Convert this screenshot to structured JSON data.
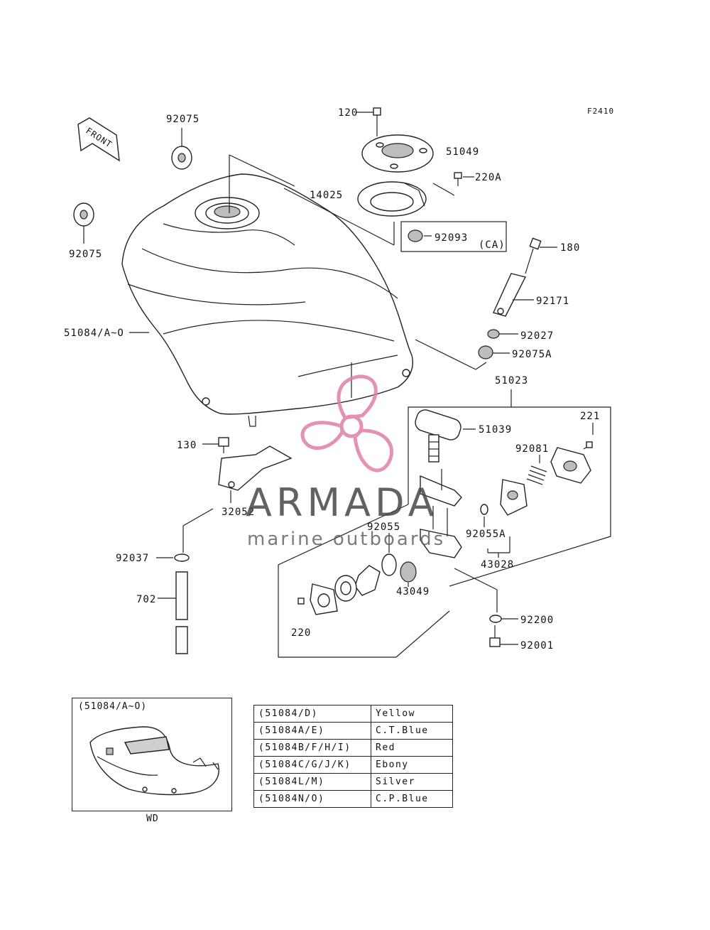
{
  "figure_code": "F2410",
  "front_label": "FRONT",
  "parts": {
    "p120": "120",
    "p51049": "51049",
    "p220A": "220A",
    "p14025": "14025",
    "p92093": "92093",
    "pCA": "(CA)",
    "p92075_top": "92075",
    "p92075_left": "92075",
    "p180": "180",
    "p92171": "92171",
    "p51084": "51084/A~O",
    "p92027": "92027",
    "p92075A": "92075A",
    "p51023": "51023",
    "p221": "221",
    "p51039": "51039",
    "p92081": "92081",
    "p130": "130",
    "p32052": "32052",
    "p92055": "92055",
    "p92055A": "92055A",
    "p43028": "43028",
    "p92037": "92037",
    "p43049": "43049",
    "p702": "702",
    "p220": "220",
    "p92200": "92200",
    "p92001": "92001"
  },
  "inset": {
    "label": "(51084/A~O)",
    "caption": "WD"
  },
  "color_table": [
    {
      "code": "(51084/D)",
      "color": "Yellow"
    },
    {
      "code": "(51084A/E)",
      "color": "C.T.Blue"
    },
    {
      "code": "(51084B/F/H/I)",
      "color": "Red"
    },
    {
      "code": "(51084C/G/J/K)",
      "color": "Ebony"
    },
    {
      "code": "(51084L/M)",
      "color": "Silver"
    },
    {
      "code": "(51084N/O)",
      "color": "C.P.Blue"
    }
  ],
  "watermark": {
    "title": "ARMADA",
    "subtitle": "marine outboards",
    "color": "#e07fa6"
  }
}
